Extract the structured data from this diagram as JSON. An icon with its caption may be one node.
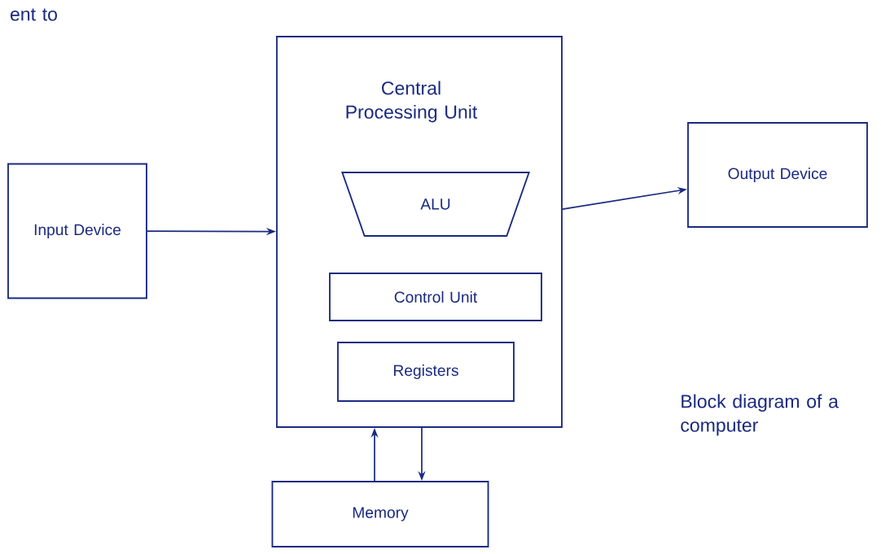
{
  "diagram": {
    "nodes": [
      {
        "text": [
          "Central Processing Unit"
        ]
      },
      {
        "text": [
          "ALU"
        ],
        "in": 0
      },
      {
        "text": [
          "Control Unit"
        ],
        "in": 0
      },
      {
        "text": [
          "Registers"
        ],
        "in": 0
      },
      {
        "text": [
          "Input Device"
        ]
      },
      {
        "text": [
          "Output Device"
        ]
      },
      {
        "text": [
          "Memory"
        ]
      }
    ],
    "edges": [
      {
        "from": 4,
        "to": 0,
        "arrow": "to"
      },
      {
        "from": 0,
        "to": 5,
        "arrow": "to"
      },
      {
        "from": 6,
        "to": 0,
        "arrow": "to"
      },
      {
        "from": 0,
        "to": 6,
        "arrow": "to"
      }
    ],
    "labels": [
      "ent to",
      "Block diagram of a computer"
    ]
  }
}
